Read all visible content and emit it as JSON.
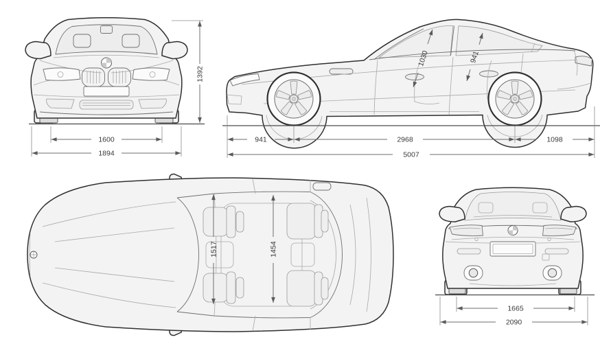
{
  "blueprint": {
    "views": {
      "front": {
        "track_width": "1600",
        "overall_width": "1894",
        "overall_height": "1392"
      },
      "side": {
        "front_overhang": "941",
        "wheelbase": "2968",
        "rear_overhang": "1098",
        "overall_length": "5007",
        "front_headroom": "1030",
        "rear_headroom": "941"
      },
      "top": {
        "front_interior_width": "1517",
        "rear_interior_width": "1454"
      },
      "rear": {
        "rear_track_width": "1665",
        "width_incl_mirrors": "2090"
      }
    },
    "icons": {
      "brand_roundel": "quartered-circle-emblem"
    },
    "colors": {
      "background": "#ffffff",
      "body_fill": "#f3f3f3",
      "outline": "#2f2f2f",
      "detail_line": "#8a8a8a",
      "dimension_line": "#6e6e6e",
      "dimension_text": "#3a3a3a"
    }
  }
}
